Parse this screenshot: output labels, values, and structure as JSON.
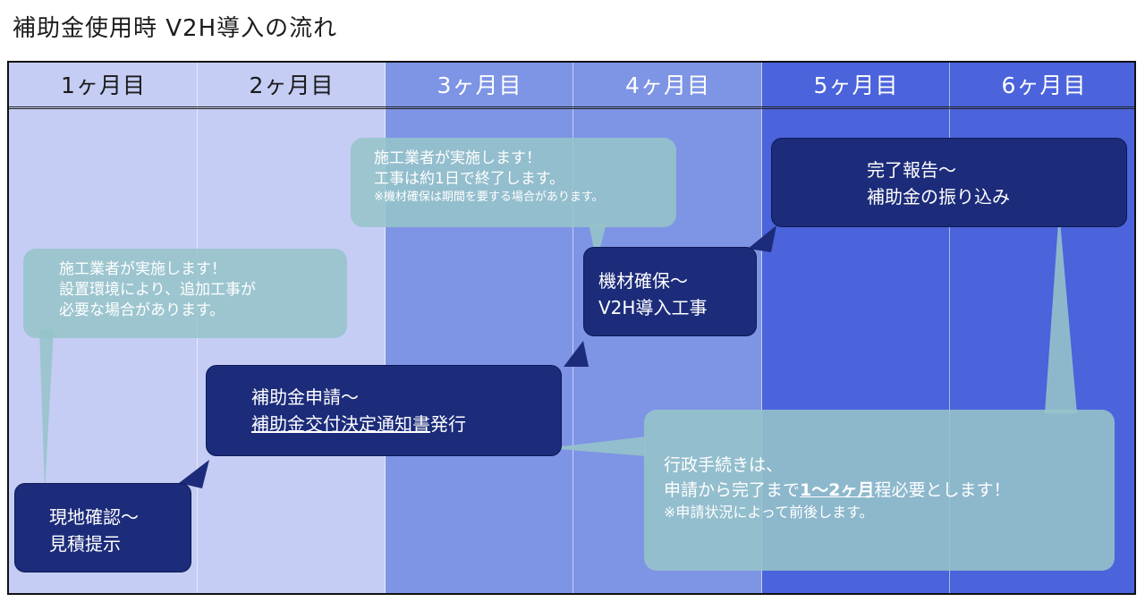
{
  "title": "補助金使用時 V2H導入の流れ",
  "columns": [
    {
      "label": "1ヶ月目",
      "bg": "#c5cdf4",
      "text": "#1a1a1a"
    },
    {
      "label": "2ヶ月目",
      "bg": "#c5cdf4",
      "text": "#1a1a1a"
    },
    {
      "label": "3ヶ月目",
      "bg": "#7e94e5",
      "text": "#ffffff"
    },
    {
      "label": "4ヶ月目",
      "bg": "#7e94e5",
      "text": "#ffffff"
    },
    {
      "label": "5ヶ月目",
      "bg": "#4b63db",
      "text": "#ffffff"
    },
    {
      "label": "6ヶ月目",
      "bg": "#4b63db",
      "text": "#ffffff"
    }
  ],
  "steps": {
    "survey": {
      "line1": "現地確認〜",
      "line2": "見積提示"
    },
    "subsidy": {
      "line1": "補助金申請〜",
      "line2_underlined": "補助金交付決定通知書",
      "line2_rest": "発行"
    },
    "install": {
      "line1": "機材確保〜",
      "line2": "V2H導入工事"
    },
    "complete": {
      "line1": "完了報告〜",
      "line2": "補助金の振り込み"
    }
  },
  "bubbles": {
    "site_note": {
      "line1": "施工業者が実施します！",
      "line2": "設置環境により、追加工事が",
      "line3": "必要な場合があります。"
    },
    "install_note": {
      "line1": "施工業者が実施します！",
      "line2": "工事は約1日で終了します。",
      "note": "※機材確保は期間を要する場合があります。"
    },
    "admin_note": {
      "line1": "行政手続きは、",
      "line2_pre": "申請から完了まで",
      "line2_bold": "1〜2ヶ月",
      "line2_post": "程必要とします！",
      "note": "※申請状況によって前後します。"
    }
  },
  "colors": {
    "step_box": "#1c2c7a",
    "bubble": "#96c4ca",
    "arrow": "#1c2c7a"
  }
}
